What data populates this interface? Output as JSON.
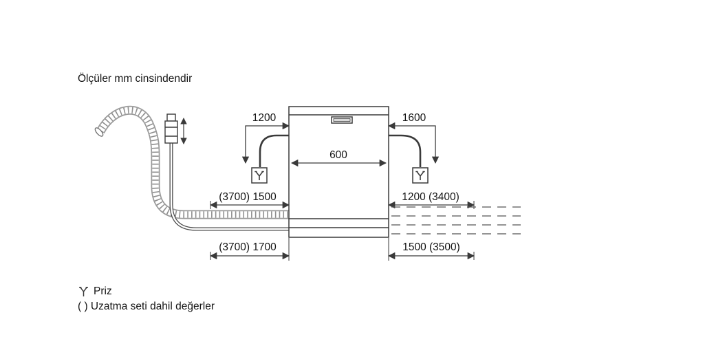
{
  "title": "Ölçüler mm cinsindendir",
  "diagram": {
    "appliance": "dishwasher-front-view",
    "dims": {
      "top_left_cable": "1200",
      "top_right_cable": "1600",
      "appliance_width": "600",
      "mid_left_hose": "(3700) 1500",
      "mid_right_hose": "1200 (3400)",
      "bottom_left_hose": "(3700) 1700",
      "bottom_right_hose": "1500 (3500)"
    },
    "icons": {
      "plug_left": "plug-icon",
      "plug_right": "plug-icon"
    }
  },
  "legend": {
    "plug_icon": "plug-icon",
    "plug_label": "Priz",
    "note": "( ) Uzatma seti dahil değerler"
  },
  "colors": {
    "line": "#3a3a3a",
    "hose": "#8f8f8f",
    "text": "#141414",
    "background": "#ffffff"
  }
}
